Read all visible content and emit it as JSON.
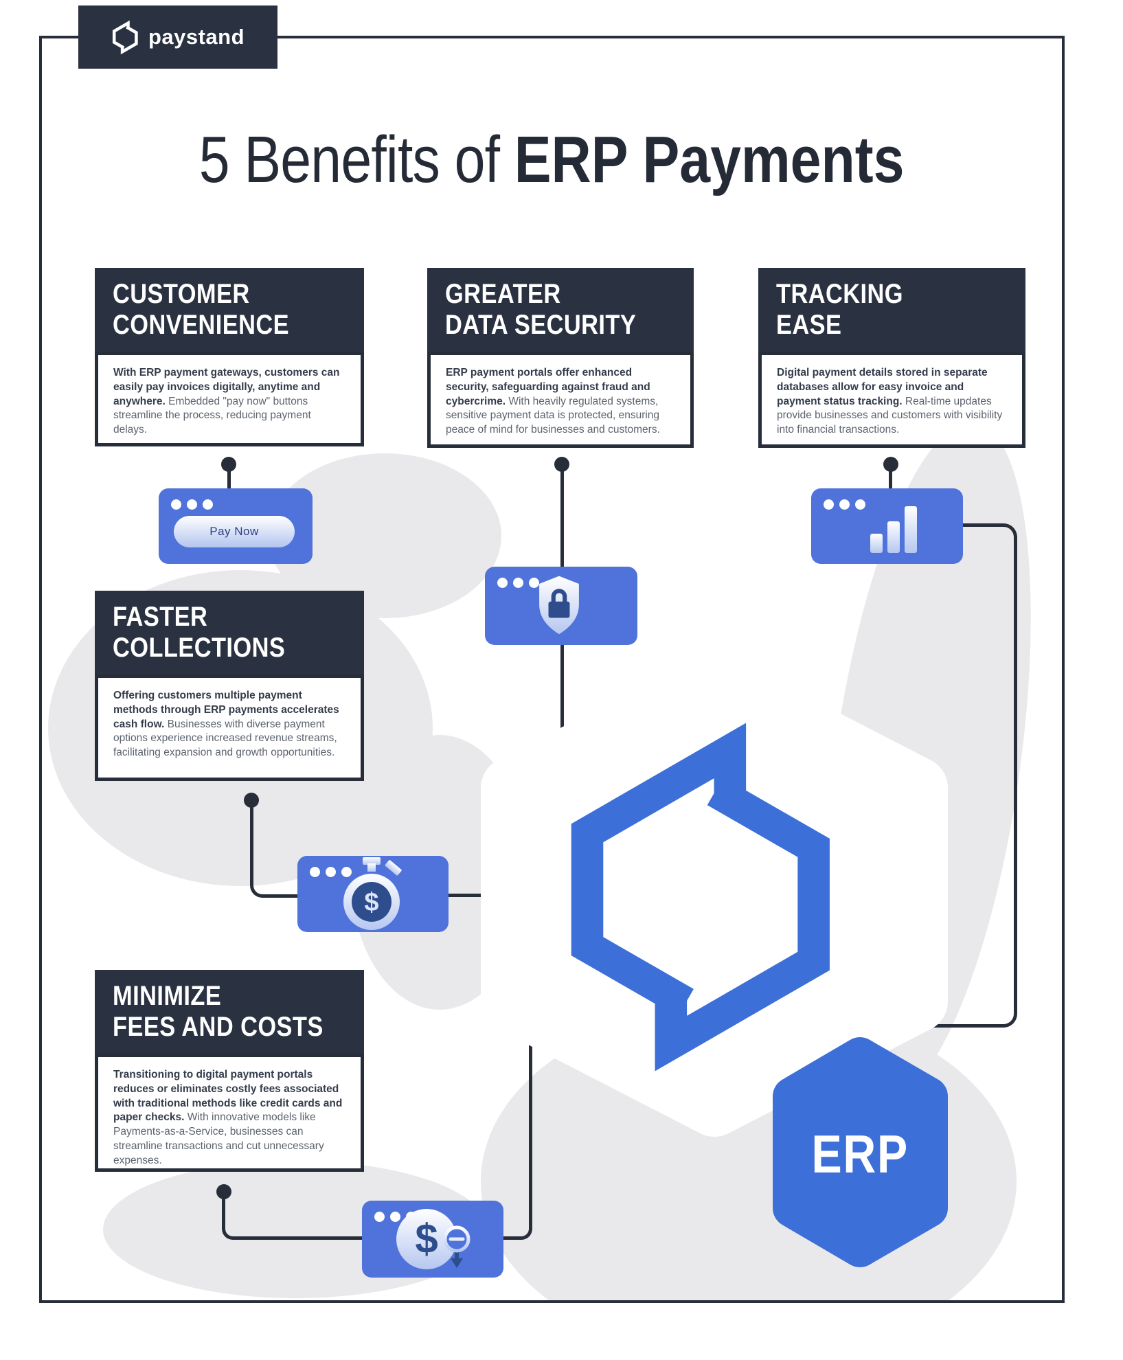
{
  "brand": {
    "wordmark": "paystand"
  },
  "title": {
    "regular": "5 Benefits of ",
    "bold": "ERP Payments"
  },
  "benefits": [
    {
      "heading": [
        "CUSTOMER",
        "CONVENIENCE"
      ],
      "lead": "With ERP payment gateways, customers can easily pay invoices digitally, anytime and anywhere.",
      "body": "Embedded \"pay now\" buttons streamline the process, reducing payment delays."
    },
    {
      "heading": [
        "GREATER",
        "DATA SECURITY"
      ],
      "lead": "ERP payment portals offer enhanced security, safeguarding against fraud and cybercrime.",
      "body": "With heavily regulated systems, sensitive payment data is protected, ensuring peace of mind for businesses and customers."
    },
    {
      "heading": [
        "TRACKING",
        "EASE"
      ],
      "lead": "Digital payment details stored in separate databases allow for easy invoice and payment status tracking.",
      "body": "Real-time updates provide businesses and customers with visibility into financial transactions."
    },
    {
      "heading": [
        "FASTER",
        "COLLECTIONS"
      ],
      "lead": "Offering customers multiple payment methods through ERP payments accelerates cash flow.",
      "body": "Businesses with diverse payment options experience increased revenue streams, facilitating expansion and growth opportunities."
    },
    {
      "heading": [
        "MINIMIZE",
        "FEES AND COSTS"
      ],
      "lead": "Transitioning to digital payment portals reduces or eliminates costly fees associated with traditional methods like credit cards and paper checks.",
      "body": "With innovative models like Payments-as-a-Service, businesses can streamline transactions and cut unnecessary expenses."
    }
  ],
  "graphics": {
    "pay_now_label": "Pay Now",
    "erp_label": "ERP",
    "dollar_sign": "$"
  },
  "colors": {
    "dark_navy": "#2A3140",
    "card_blue": "#4F72DB",
    "logo_blue": "#3C70D8",
    "icon_navy": "#2E4D8D",
    "blob_gray": "#E9E9EB",
    "page_bg": "#FFFFFF"
  }
}
